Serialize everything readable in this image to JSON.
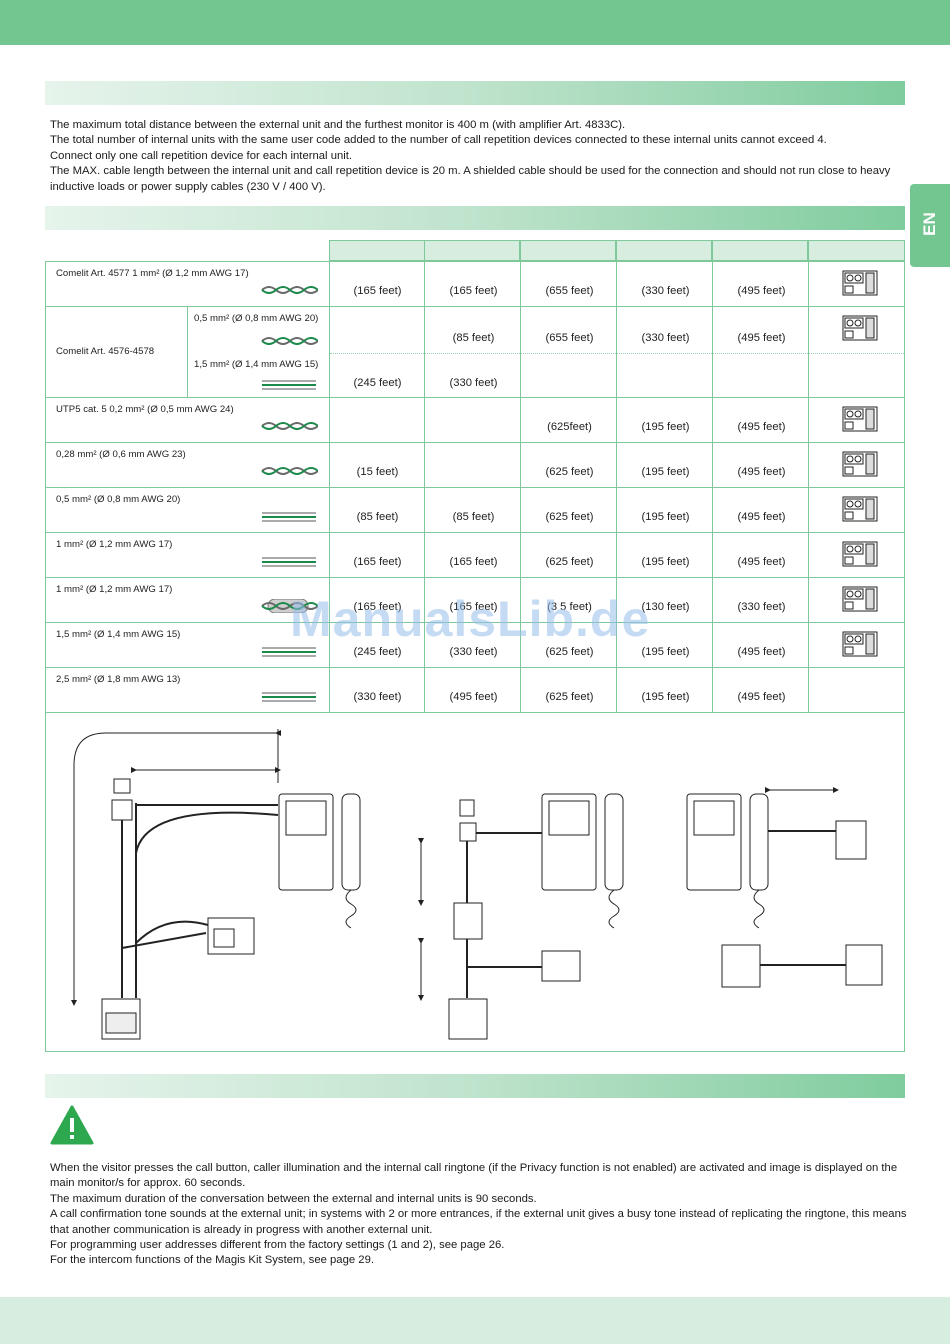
{
  "intro": {
    "lines": [
      "The maximum total distance between the external unit and the furthest monitor is 400 m (with amplifier Art. 4833C).",
      "The total number of internal units with the same user code added to the number of call repetition devices connected to these internal units cannot exceed 4.",
      "Connect only one call repetition device for each internal unit.",
      "The MAX. cable length between the internal unit and call repetition device is 20 m. A shielded cable should be used for the connection and should not run close to heavy inductive loads or power supply cables (230 V / 400 V)."
    ]
  },
  "lang_tab": "EN",
  "table": {
    "rows": [
      {
        "label": "Comelit Art. 4577 1 mm² (Ø 1,2 mm AWG 17)",
        "cable": "twisted",
        "values": [
          "(165 feet)",
          "(165 feet)",
          "(655 feet)",
          "(330 feet)",
          "(495 feet)"
        ],
        "icon": true
      },
      {
        "label": "Comelit Art. 4576-4578",
        "sub1": "0,5 mm² (Ø 0,8 mm AWG 20)",
        "sub2": "1,5 mm² (Ø 1,4 mm AWG 15)",
        "values_a": [
          "",
          "(85 feet)",
          "(655 feet)",
          "(330 feet)",
          "(495 feet)"
        ],
        "values_b": [
          "(245 feet)",
          "(330 feet)",
          "",
          "",
          ""
        ],
        "icon": true
      },
      {
        "label": "UTP5 cat. 5 0,2 mm² (Ø 0,5 mm AWG 24)",
        "cable": "twisted",
        "values": [
          "",
          "",
          "(625feet)",
          "(195 feet)",
          "(495 feet)"
        ],
        "icon": true
      },
      {
        "label": "0,28 mm² (Ø 0,6 mm AWG 23)",
        "cable": "twisted",
        "values": [
          "(15 feet)",
          "",
          "(625 feet)",
          "(195 feet)",
          "(495 feet)"
        ],
        "icon": true
      },
      {
        "label": "0,5 mm² (Ø 0,8 mm AWG 20)",
        "cable": "parallel",
        "values": [
          "(85 feet)",
          "(85 feet)",
          "(625 feet)",
          "(195 feet)",
          "(495 feet)"
        ],
        "icon": true
      },
      {
        "label": "1 mm² (Ø 1,2 mm AWG 17)",
        "cable": "parallel",
        "values": [
          "(165 feet)",
          "(165 feet)",
          "(625 feet)",
          "(195 feet)",
          "(495 feet)"
        ],
        "icon": true
      },
      {
        "label": "1 mm² (Ø 1,2 mm AWG 17)",
        "cable": "shielded",
        "values": [
          "(165 feet)",
          "(165 feet)",
          "(3 5 feet)",
          "(130 feet)",
          "(330 feet)"
        ],
        "icon": true
      },
      {
        "label": "1,5 mm² (Ø 1,4 mm AWG 15)",
        "cable": "parallel",
        "values": [
          "(245 feet)",
          "(330 feet)",
          "(625 feet)",
          "(195 feet)",
          "(495 feet)"
        ],
        "icon": true
      },
      {
        "label": "2,5 mm² (Ø 1,8 mm AWG 13)",
        "cable": "parallel",
        "values": [
          "(330 feet)",
          "(495 feet)",
          "(625 feet)",
          "(195 feet)",
          "(495 feet)"
        ],
        "icon": false
      }
    ]
  },
  "watermark": "ManualsLib.de",
  "notes": {
    "lines": [
      "When the visitor presses the call button, caller illumination and the internal call ringtone (if the Privacy function is not enabled) are activated and image is displayed on the main monitor/s for approx. 60 seconds.",
      "The maximum duration of the conversation between the external and internal units is 90 seconds.",
      "A call confirmation tone sounds at the external unit; in systems with 2 or more entrances, if the external unit gives a busy tone instead of replicating the ringtone, this means that another communication is already in progress with another external unit.",
      "For programming user addresses different from the factory settings (1 and 2), see page 26.",
      "For the intercom functions of the Magis Kit System, see page 29."
    ]
  },
  "colors": {
    "green_bar": "#74c691",
    "table_border": "#7fc89a",
    "warning": "#2ea84f"
  }
}
